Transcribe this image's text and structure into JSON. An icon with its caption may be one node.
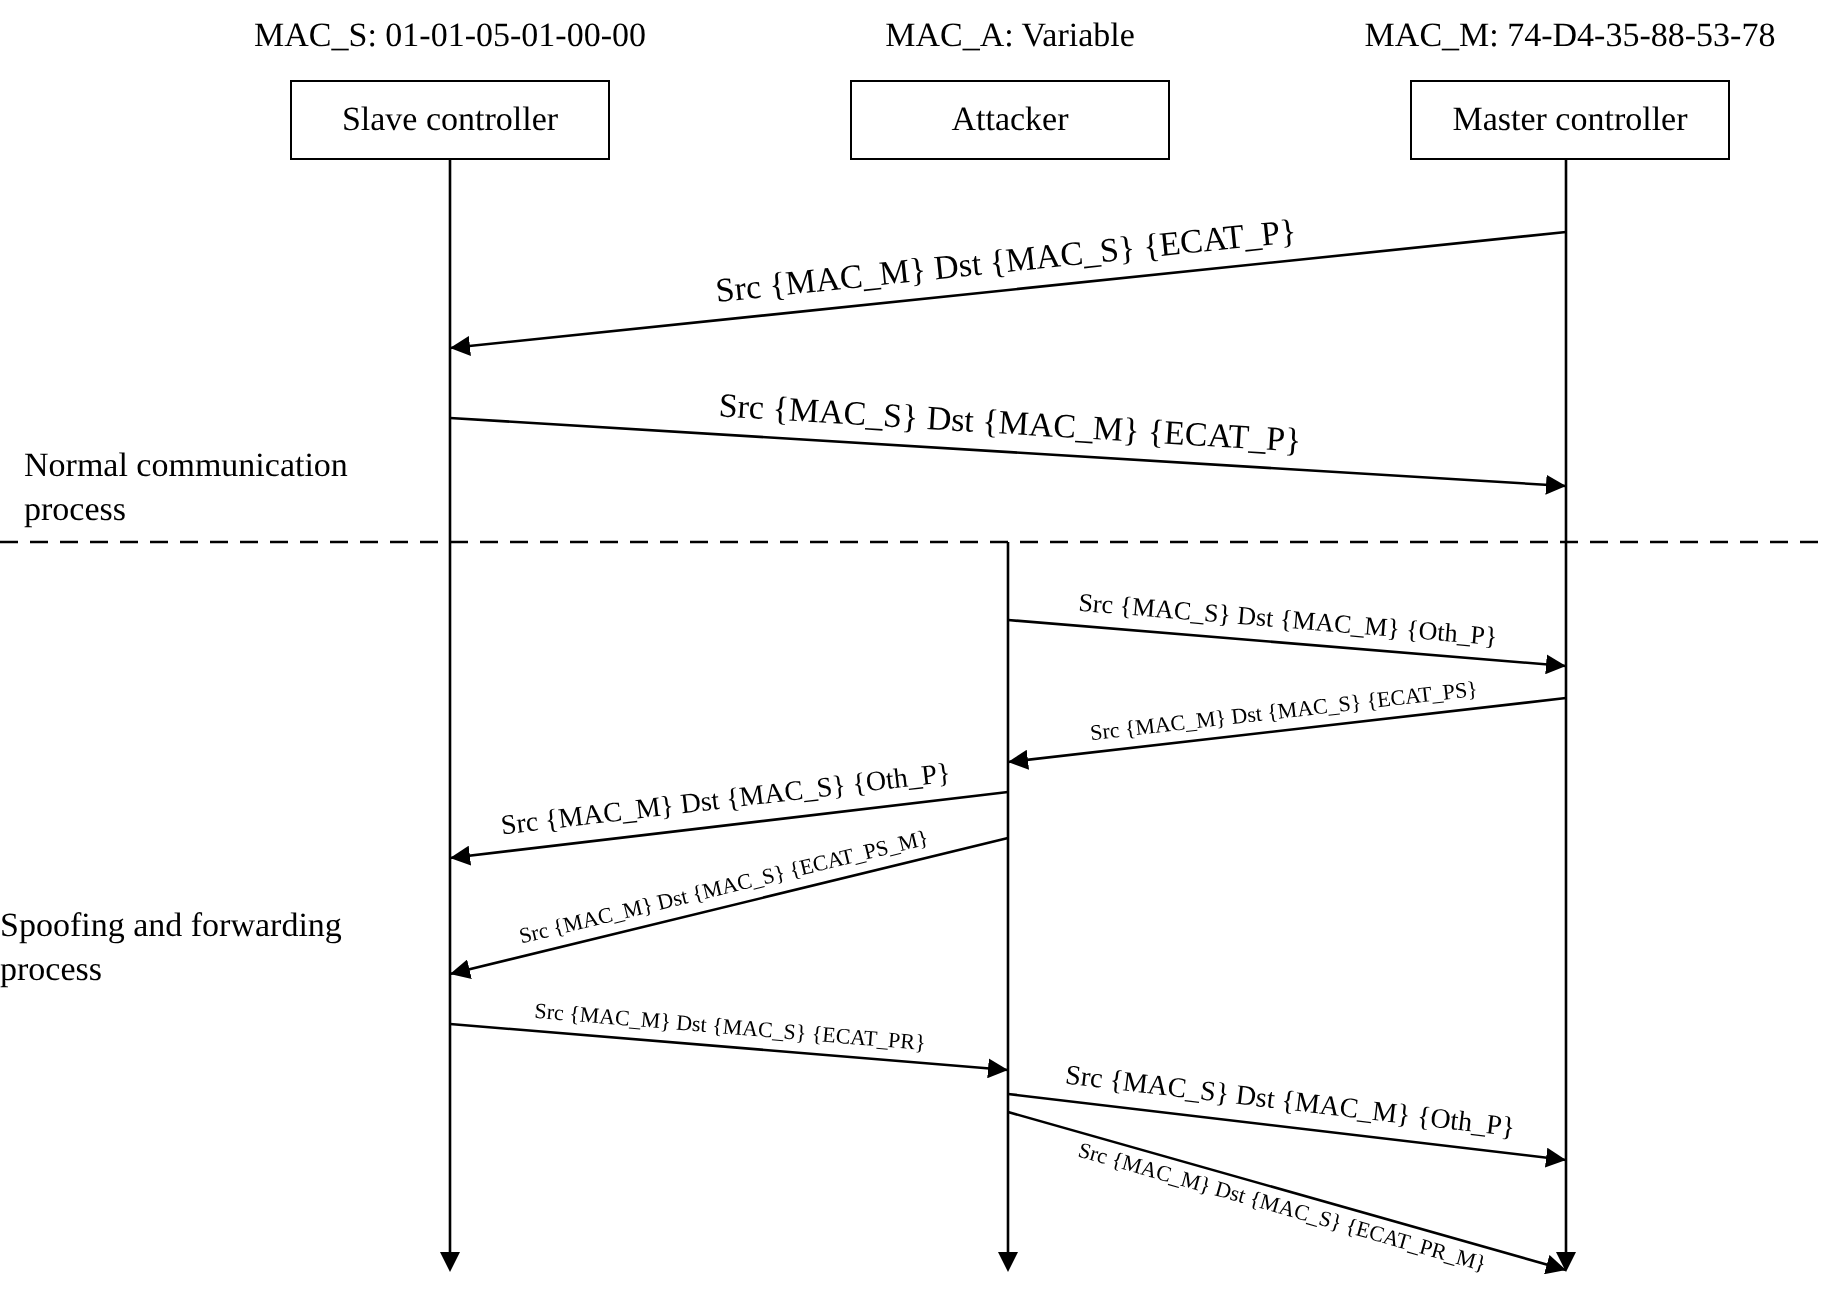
{
  "diagram": {
    "nodes": [
      {
        "text": [
          "Slave controller"
        ],
        "beside": [
          "MAC_S: 01-01-05-01-00-00"
        ]
      },
      {
        "text": [
          "Attacker"
        ],
        "beside": [
          "MAC_A: Variable"
        ]
      },
      {
        "text": [
          "Master controller"
        ],
        "beside": [
          "MAC_M: 74-D4-35-88-53-78"
        ]
      },
      {
        "text": [],
        "shape": "bar"
      },
      {
        "text": [],
        "shape": "bar"
      },
      {
        "text": [],
        "shape": "bar"
      }
    ],
    "edges": [
      {
        "from": 5,
        "to": 3,
        "arrow": "to",
        "label": "Src {MAC_M} Dst {MAC_S} {ECAT_P}"
      },
      {
        "from": 3,
        "to": 5,
        "arrow": "to",
        "label": "Src {MAC_S} Dst {MAC_M} {ECAT_P}"
      },
      {
        "from": 4,
        "to": 5,
        "arrow": "to",
        "label": "Src {MAC_S} Dst {MAC_M} {Oth_P}"
      },
      {
        "from": 5,
        "to": 4,
        "arrow": "to",
        "label": "Src {MAC_M} Dst {MAC_S} {ECAT_PS}"
      },
      {
        "from": 4,
        "to": 3,
        "arrow": "to",
        "label": "Src {MAC_M} Dst {MAC_S} {Oth_P}"
      },
      {
        "from": 4,
        "to": 3,
        "arrow": "to",
        "label": "Src {MAC_M} Dst {MAC_S} {ECAT_PS_M}"
      },
      {
        "from": 3,
        "to": 4,
        "arrow": "to",
        "label": "Src {MAC_M} Dst {MAC_S} {ECAT_PR}"
      },
      {
        "from": 4,
        "to": 5,
        "arrow": "to",
        "label": "Src {MAC_S} Dst {MAC_M} {Oth_P}"
      },
      {
        "from": 4,
        "to": 5,
        "arrow": "to",
        "label": "Src {MAC_M} Dst {MAC_S} {ECAT_PR_M}"
      }
    ],
    "labels": [
      "Normal communication process",
      "Spoofing and forwarding process"
    ]
  }
}
